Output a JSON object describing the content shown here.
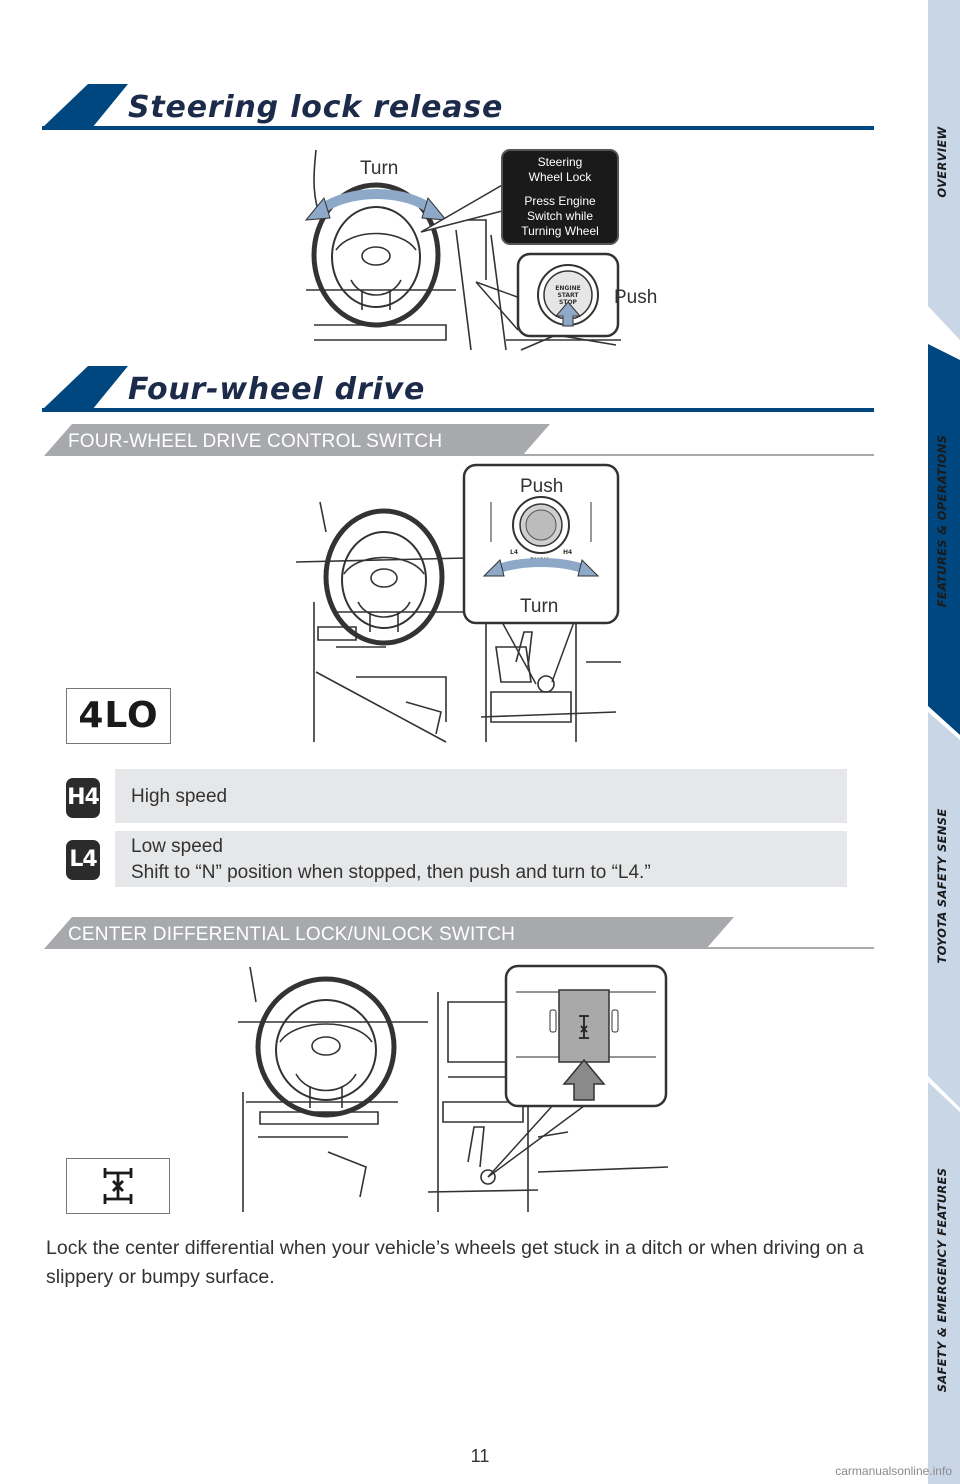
{
  "sidebar": {
    "tabs": [
      {
        "label": "OVERVIEW"
      },
      {
        "label": "FEATURES & OPERATIONS"
      },
      {
        "label": "TOYOTA SAFETY SENSE"
      },
      {
        "label": "SAFETY & EMERGENCY FEATURES"
      }
    ],
    "active_tab": "FEATURES & OPERATIONS",
    "colors": {
      "inactive": "#c9d6e6",
      "active": "#00477f"
    }
  },
  "steering": {
    "title": "Steering lock release",
    "turn_label": "Turn",
    "push_label": "Push",
    "callout_line1": "Steering",
    "callout_line2": "Wheel Lock",
    "callout_line3": "Press Engine",
    "callout_line4": "Switch while",
    "callout_line5": "Turning Wheel",
    "button_line1": "ENGINE",
    "button_line2": "START",
    "button_line3": "STOP"
  },
  "fwd": {
    "title": "Four-wheel drive",
    "control_switch": {
      "heading": "FOUR-WHEEL DRIVE CONTROL SWITCH",
      "push_label": "Push",
      "turn_label": "Turn",
      "dial_l4": "L4",
      "dial_h4": "H4",
      "dial_push": "PUSH",
      "indicator": "4LO"
    },
    "modes": [
      {
        "badge": "H4",
        "line1": "High speed",
        "line2": ""
      },
      {
        "badge": "L4",
        "line1": "Low speed",
        "line2": "Shift to “N” position when stopped, then push and turn to “L4.”"
      }
    ],
    "diff_lock": {
      "heading": "CENTER DIFFERENTIAL LOCK/UNLOCK SWITCH",
      "description": "Lock the center differential when your vehicle’s wheels get stuck in a ditch or when driving on a slippery or bumpy surface."
    }
  },
  "colors": {
    "brand_blue": "#00477f",
    "section_gray": "#a7a9ac",
    "info_bg": "#e6e7e9"
  },
  "page_number": "11",
  "watermark": "carmanualsonline.info"
}
